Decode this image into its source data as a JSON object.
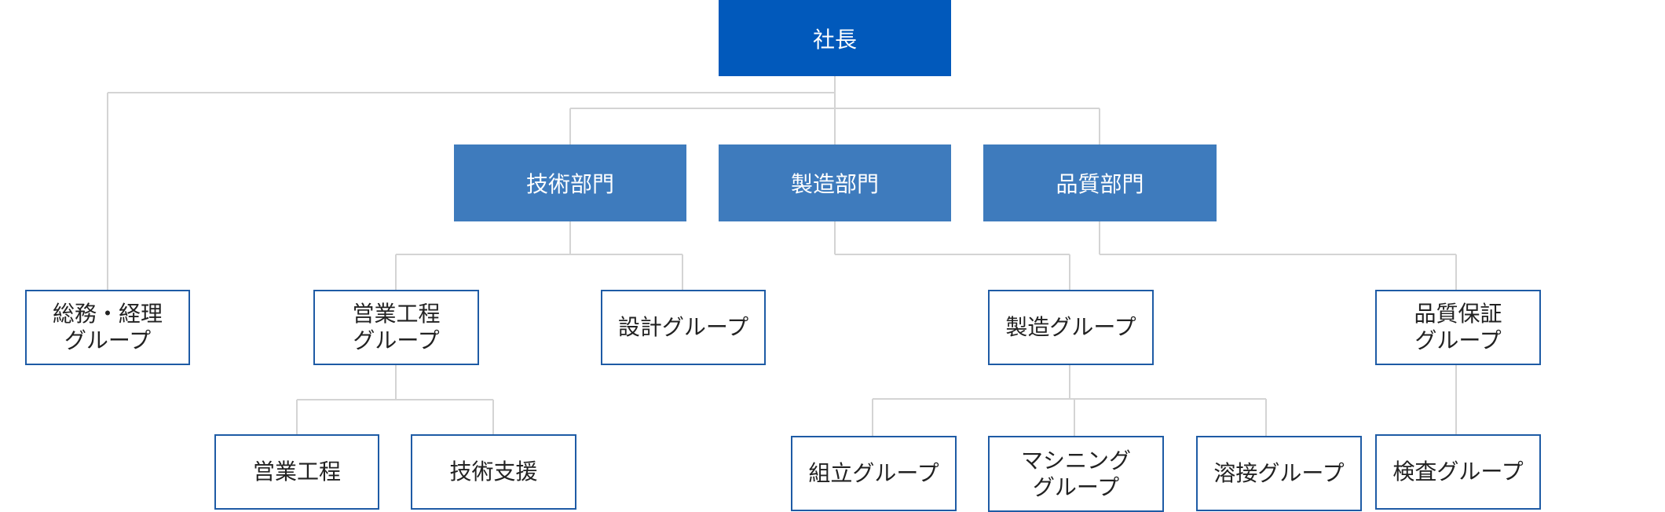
{
  "colors": {
    "top_fill": "#0159bb",
    "department_fill": "#3e7bbd",
    "group_border": "#1e5ba5",
    "connector": "#d4d4d4"
  },
  "org": {
    "president": "社長",
    "departments": {
      "engineering": "技術部門",
      "manufacturing": "製造部門",
      "quality": "品質部門"
    },
    "groups": {
      "general_affairs": [
        "総務・経理",
        "グループ"
      ],
      "sales_engineering": [
        "営業工程",
        "グループ"
      ],
      "design": [
        "設計グループ"
      ],
      "manufacturing": [
        "製造グループ"
      ],
      "quality_assurance": [
        "品質保証",
        "グループ"
      ]
    },
    "teams": {
      "sales_process": [
        "営業工程"
      ],
      "tech_support": [
        "技術支援"
      ],
      "assembly": [
        "組立グループ"
      ],
      "machining": [
        "マシニング",
        "グループ"
      ],
      "welding": [
        "溶接グループ"
      ],
      "inspection": [
        "検査グループ"
      ]
    }
  }
}
